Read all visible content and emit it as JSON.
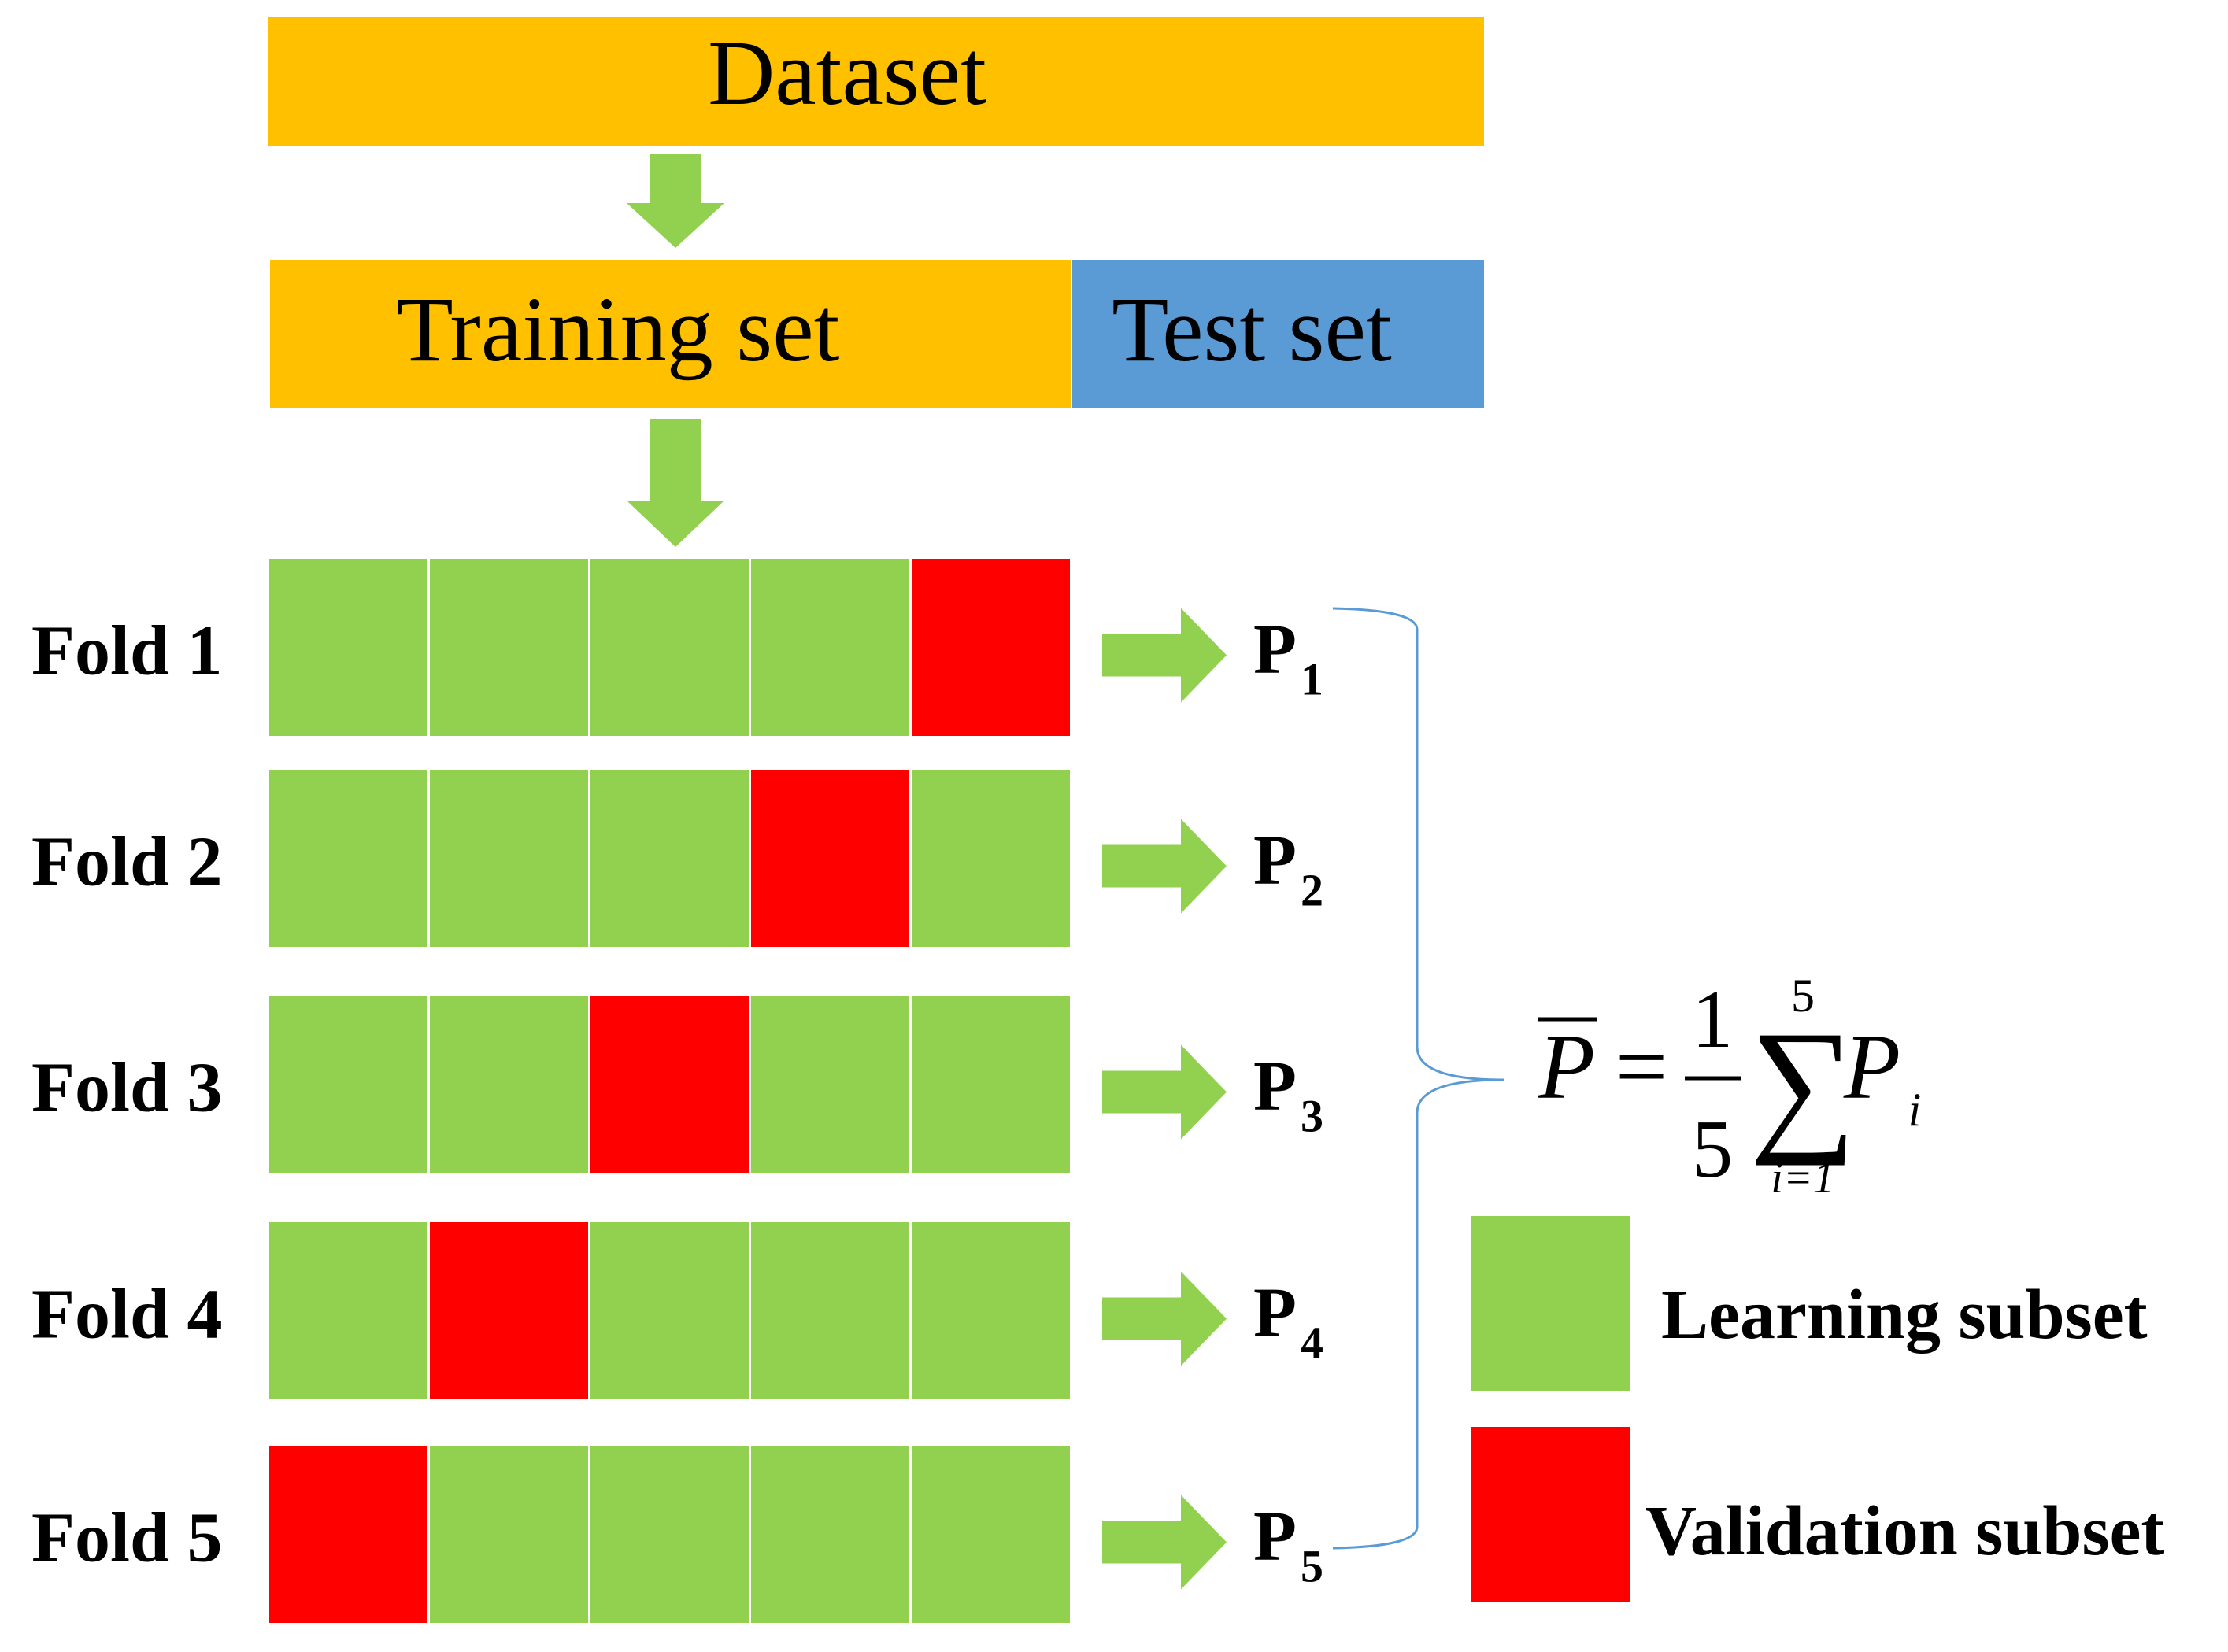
{
  "colors": {
    "dataset": "#FFC000",
    "training": "#FFC000",
    "test": "#5B9BD5",
    "learning": "#92D050",
    "validation": "#FF0000",
    "arrow": "#92D050",
    "brace": "#5B9BD5",
    "text": "#000000"
  },
  "dataset_label": "Dataset",
  "training_label": "Training set",
  "test_label": "Test set",
  "folds": [
    {
      "label": "Fold 1",
      "validation_index": 4,
      "p_main": "P",
      "p_sub": "1"
    },
    {
      "label": "Fold 2",
      "validation_index": 3,
      "p_main": "P",
      "p_sub": "2"
    },
    {
      "label": "Fold 3",
      "validation_index": 2,
      "p_main": "P",
      "p_sub": "3"
    },
    {
      "label": "Fold 4",
      "validation_index": 1,
      "p_main": "P",
      "p_sub": "4"
    },
    {
      "label": "Fold 5",
      "validation_index": 0,
      "p_main": "P",
      "p_sub": "5"
    }
  ],
  "formula": {
    "lhs": "P",
    "equals": "=",
    "numerator": "1",
    "denominator": "5",
    "sum_symbol": "∑",
    "sum_upper": "5",
    "sum_lower": "i=1",
    "term": "P",
    "term_sub": "i"
  },
  "legend": [
    {
      "label": "Learning subset",
      "color_key": "learning"
    },
    {
      "label": "Validation subset",
      "color_key": "validation"
    }
  ]
}
